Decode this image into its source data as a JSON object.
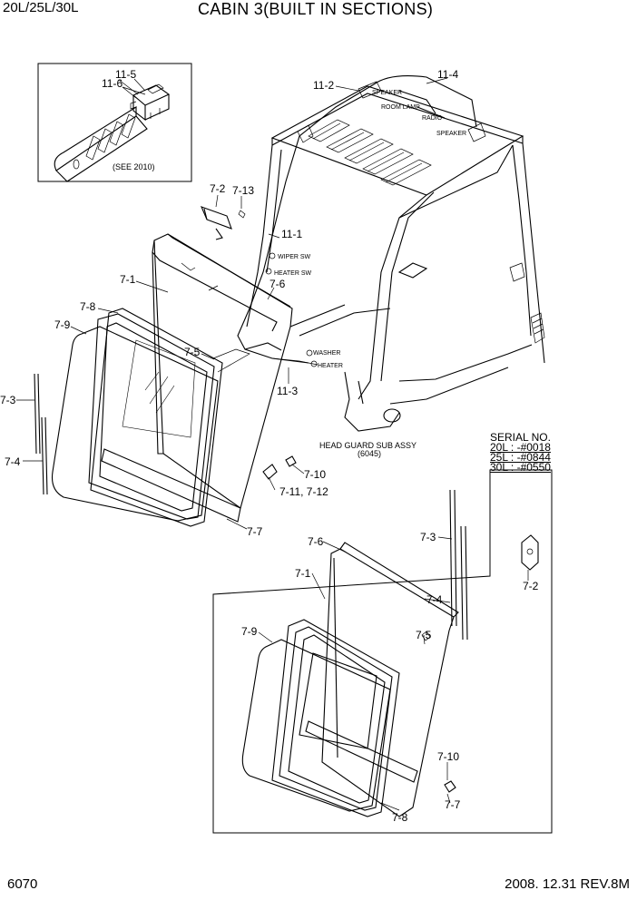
{
  "header": {
    "model": "20L/25L/30L",
    "title": "CABIN 3(BUILT IN SECTIONS)"
  },
  "footer": {
    "page": "6070",
    "date_rev": "2008. 12.31  REV.8M"
  },
  "serial": {
    "heading": "SERIAL NO.",
    "rows": [
      "20L : -#0018",
      "25L : -#0844",
      "30L : -#0550"
    ]
  },
  "labels": {
    "p11_5": "11-5",
    "p11_6": "11-6",
    "see2010": "(SEE 2010)",
    "p11_2": "11-2",
    "p11_4": "11-4",
    "speaker_1": "SPEAKER",
    "room_lamp": "ROOM LAMP",
    "radio": "RADIO",
    "speaker_2": "SPEAKER",
    "p7_2_top": "7-2",
    "p7_13": "7-13",
    "p11_1": "11-1",
    "wiper_sw": "WIPER SW",
    "heater_sw": "HEATER SW",
    "p7_6_top": "7-6",
    "p7_1_top": "7-1",
    "p7_8_top": "7-8",
    "p7_9_top": "7-9",
    "p7_5_top": "7-5",
    "washer": "WASHER",
    "heater": "HEATER",
    "p11_3": "11-3",
    "p7_3_left": "7-3",
    "p7_4_left": "7-4",
    "head_guard": "HEAD GUARD SUB ASSY",
    "head_guard_ref": "(6045)",
    "p7_10_top": "7-10",
    "p7_11_12": "7-11, 7-12",
    "p7_7_top": "7-7",
    "p7_6_bot": "7-6",
    "p7_3_bot": "7-3",
    "p7_2_bot": "7-2",
    "p7_1_bot": "7-1",
    "p7_4_bot": "7-4",
    "p7_9_bot": "7-9",
    "p7_5_bot": "7-5",
    "p7_10_bot": "7-10",
    "p7_7_bot": "7-7",
    "p7_8_bot": "7-8"
  }
}
